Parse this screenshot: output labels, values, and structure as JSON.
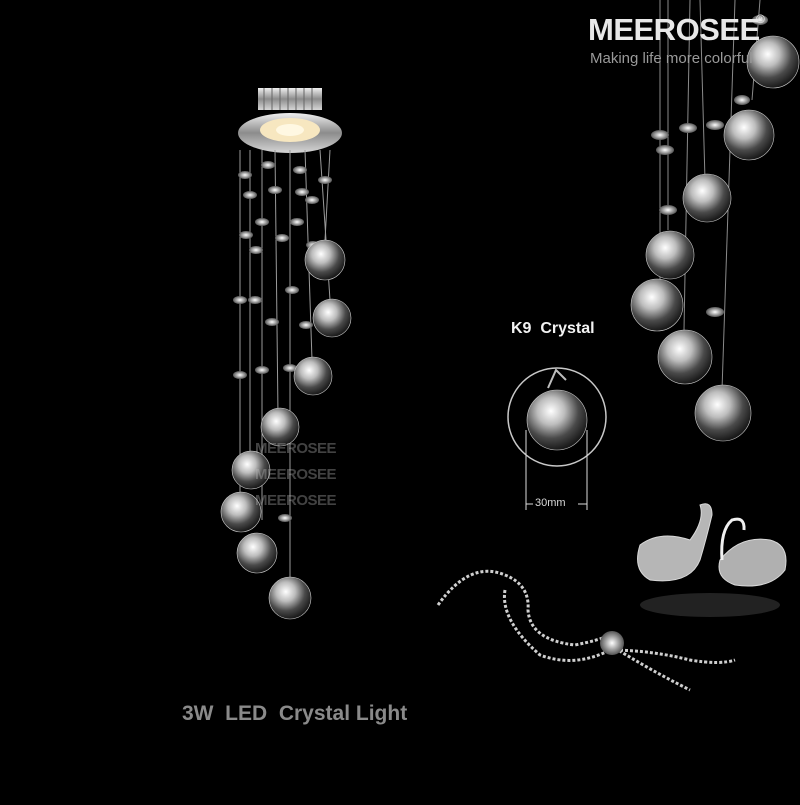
{
  "brand": {
    "name": "MEEROSEE",
    "registered": "®",
    "tagline": "Making life more colorful"
  },
  "labels": {
    "crystal": "K9  Crystal",
    "size": "30mm",
    "product": "3W  LED  Crystal Light"
  },
  "watermarks": [
    "MEEROSEE",
    "MEEROSEE",
    "MEEROSEE"
  ],
  "colors": {
    "background": "#000000",
    "crystal": "#d9d9d9",
    "caption": "#8a8a8a"
  }
}
